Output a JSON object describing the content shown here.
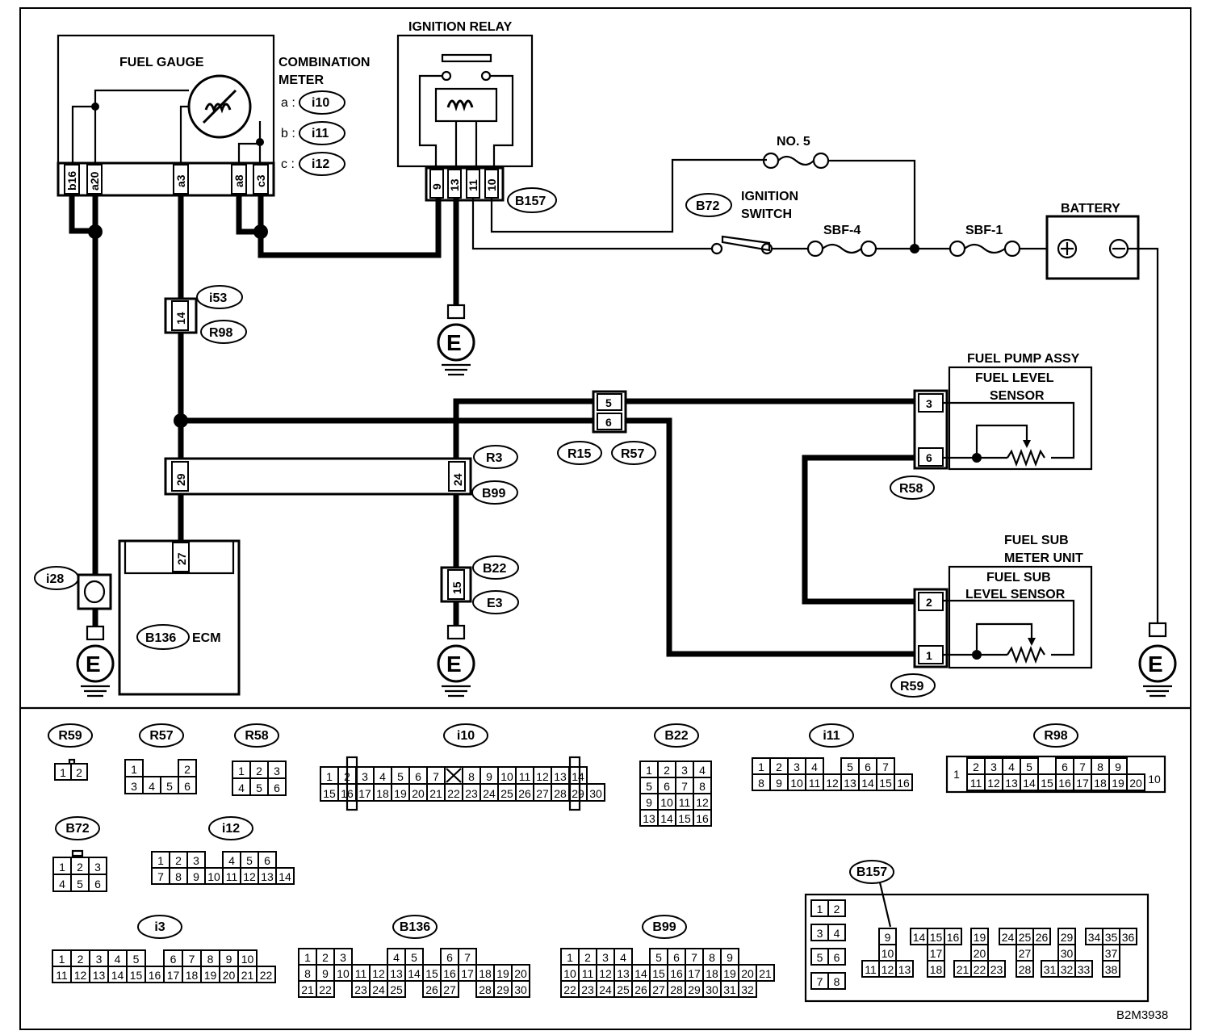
{
  "labels": {
    "fuel_gauge": "FUEL GAUGE",
    "combination_meter_1": "COMBINATION",
    "combination_meter_2": "METER",
    "meter_a": "a :",
    "meter_b": "b :",
    "meter_c": "c :",
    "ignition_relay": "IGNITION RELAY",
    "no5": "NO. 5",
    "ignition_switch_1": "IGNITION",
    "ignition_switch_2": "SWITCH",
    "sbf4": "SBF-4",
    "sbf1": "SBF-1",
    "battery": "BATTERY",
    "fuel_pump_assy": "FUEL PUMP ASSY",
    "fuel_level_1": "FUEL LEVEL",
    "fuel_level_2": "SENSOR",
    "sub_meter_1": "FUEL SUB",
    "sub_meter_2": "METER UNIT",
    "sub_level_1": "FUEL SUB",
    "sub_level_2": "LEVEL SENSOR",
    "ecm": "ECM",
    "ground": "E",
    "figure_code": "B2M3938"
  },
  "connectors": {
    "i10": "i10",
    "i11": "i11",
    "i12": "i12",
    "i53": "i53",
    "r98": "R98",
    "b157": "B157",
    "b72": "B72",
    "r3": "R3",
    "b99": "B99",
    "r15": "R15",
    "r57": "R57",
    "r58": "R58",
    "r59": "R59",
    "b22": "B22",
    "e3": "E3",
    "i28": "i28",
    "b136": "B136",
    "i3": "i3"
  },
  "pins": {
    "meter": [
      "b16",
      "a20",
      "a3",
      "a8",
      "c3"
    ],
    "relay": [
      "9",
      "13",
      "11",
      "10"
    ],
    "i53": "14",
    "r3_left": "29",
    "r3_right": "24",
    "ecm": "27",
    "b22": "15",
    "r15_top": "5",
    "r15_bottom": "6",
    "r58_top": "3",
    "r58_bottom": "6",
    "r59_top": "2",
    "r59_bottom": "1"
  },
  "layouts": {
    "R59": [
      [
        "1",
        "2"
      ]
    ],
    "R57": [
      [
        "1",
        "",
        "",
        "2"
      ],
      [
        "3",
        "4",
        "5",
        "6"
      ]
    ],
    "R58": [
      [
        "1",
        "2",
        "3"
      ],
      [
        "4",
        "5",
        "6"
      ]
    ],
    "B72": [
      [
        "1",
        "2",
        "3"
      ],
      [
        "4",
        "5",
        "6"
      ]
    ],
    "i10": [
      [
        "1",
        "2",
        "3",
        "4",
        "5",
        "6",
        "7",
        "X",
        "8",
        "9",
        "10",
        "11",
        "12",
        "13",
        "14"
      ],
      [
        "15",
        "16",
        "17",
        "18",
        "19",
        "20",
        "21",
        "22",
        "23",
        "24",
        "25",
        "26",
        "27",
        "28",
        "29",
        "30"
      ]
    ],
    "B22": [
      [
        "1",
        "2",
        "3",
        "4"
      ],
      [
        "5",
        "6",
        "7",
        "8"
      ],
      [
        "9",
        "10",
        "11",
        "12"
      ],
      [
        "13",
        "14",
        "15",
        "16"
      ]
    ],
    "i11": [
      [
        "1",
        "2",
        "3",
        "4",
        "",
        "5",
        "6",
        "7"
      ],
      [
        "8",
        "9",
        "10",
        "11",
        "12",
        "13",
        "14",
        "15",
        "16"
      ]
    ],
    "R98": [
      [
        "2",
        "3",
        "4",
        "5",
        "",
        "6",
        "7",
        "8",
        "9"
      ],
      [
        "11",
        "12",
        "13",
        "14",
        "15",
        "16",
        "17",
        "18",
        "19",
        "20"
      ]
    ],
    "R98_side": [
      "1",
      "10"
    ],
    "i12": [
      [
        "1",
        "2",
        "3",
        "",
        "4",
        "5",
        "6"
      ],
      [
        "7",
        "8",
        "9",
        "10",
        "11",
        "12",
        "13",
        "14"
      ]
    ],
    "i3": [
      [
        "1",
        "2",
        "3",
        "4",
        "5",
        "",
        "6",
        "7",
        "8",
        "9",
        "10"
      ],
      [
        "11",
        "12",
        "13",
        "14",
        "15",
        "16",
        "17",
        "18",
        "19",
        "20",
        "21",
        "22"
      ]
    ],
    "B136": [
      [
        "1",
        "2",
        "3",
        "",
        "",
        "4",
        "5",
        "",
        "6",
        "7"
      ],
      [
        "8",
        "9",
        "10",
        "11",
        "12",
        "13",
        "14",
        "15",
        "16",
        "17",
        "18",
        "19",
        "20"
      ],
      [
        "21",
        "22",
        "",
        "23",
        "24",
        "25",
        "",
        "26",
        "27",
        "",
        "28",
        "29",
        "30"
      ]
    ],
    "B99": [
      [
        "1",
        "2",
        "3",
        "4",
        "",
        "5",
        "6",
        "7",
        "8",
        "9"
      ],
      [
        "10",
        "11",
        "12",
        "13",
        "14",
        "15",
        "16",
        "17",
        "18",
        "19",
        "20",
        "21"
      ],
      [
        "22",
        "23",
        "24",
        "25",
        "26",
        "27",
        "28",
        "29",
        "30",
        "31",
        "32"
      ]
    ],
    "B157_left": [
      [
        "1",
        "2"
      ],
      [
        "3",
        "4"
      ],
      [
        "5",
        "6"
      ],
      [
        "7",
        "8"
      ]
    ],
    "B157_groups": [
      [
        [
          "9"
        ],
        [
          "10"
        ],
        [
          "11",
          "12",
          "13"
        ]
      ],
      [
        [
          "14",
          "15",
          "16"
        ],
        [
          "17"
        ],
        [
          "18"
        ]
      ],
      [
        [
          "19"
        ],
        [
          "20"
        ],
        [
          "21",
          "22",
          "23"
        ]
      ],
      [
        [
          "24",
          "25",
          "26"
        ],
        [
          "27"
        ],
        [
          "28"
        ]
      ],
      [
        [
          "29"
        ],
        [
          "30"
        ],
        [
          "31",
          "32",
          "33"
        ]
      ],
      [
        [
          "34",
          "35",
          "36"
        ],
        [
          "37"
        ],
        [
          "38"
        ]
      ]
    ]
  }
}
